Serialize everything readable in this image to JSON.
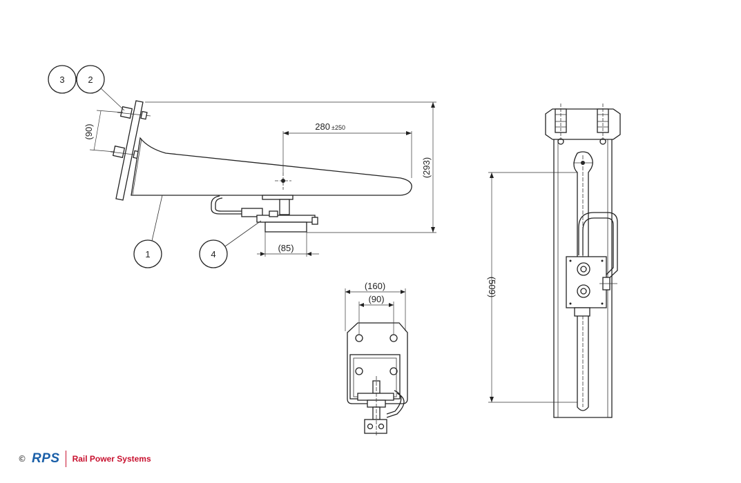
{
  "callouts": {
    "c1": "1",
    "c2": "2",
    "c3": "3",
    "c4": "4"
  },
  "dimensions": {
    "d90_side": "(90)",
    "d280_main": "280",
    "d280_tol": "±250",
    "d293": "(293)",
    "d85": "(85)",
    "d160": "(160)",
    "d90_bottom": "(90)",
    "d509": "(509)"
  },
  "footer": {
    "copyright": "©",
    "logo": "RPS",
    "company": "Rail Power Systems"
  },
  "colors": {
    "brand_blue": "#1a5fa8",
    "brand_red": "#c8102e"
  }
}
